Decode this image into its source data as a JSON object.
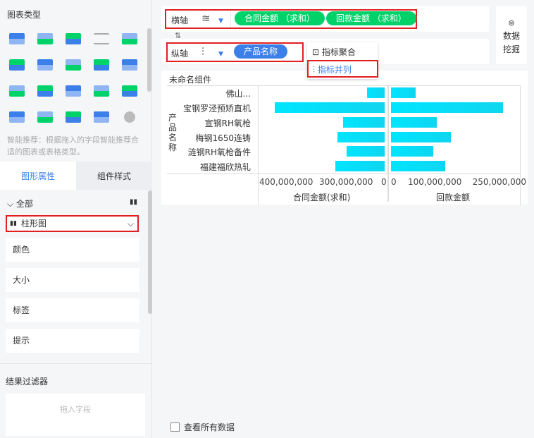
{
  "sidebar": {
    "chart_types_title": "图表类型",
    "hint": "智能推荐：根据拖入的字段智能推荐合适的图表或表格类型。",
    "tabs": [
      "图形属性",
      "组件样式"
    ],
    "all_label": "全部",
    "chart_select": "柱形图",
    "props": [
      "颜色",
      "大小",
      "标签",
      "提示"
    ],
    "filter_title": "结果过滤器",
    "filter_placeholder": "拖入字段"
  },
  "axes": {
    "x_label": "横轴",
    "x_fields": [
      "合同金额 （求和）",
      "回款金额 （求和）"
    ],
    "y_label": "纵轴",
    "y_fields": [
      "产品名称"
    ],
    "mining": [
      "数据",
      "挖掘"
    ]
  },
  "dropdown": [
    "指标聚合",
    "指标并列"
  ],
  "chart_title": "未命名组件",
  "chart_data": {
    "type": "bar",
    "orientation": "horizontal-butterfly",
    "ylabel": "产品名称",
    "categories": [
      "佛山...",
      "宝钢罗泾预矫直机",
      "宣钢RH氧枪",
      "梅钢1650连铸",
      "涟钢RH氧枪备件",
      "福建福欣热轧"
    ],
    "series": [
      {
        "name": "合同金额(求和)",
        "values": [
          55000000,
          345000000,
          130000000,
          148000000,
          120000000,
          155000000
        ],
        "xlim": [
          0,
          400000000
        ],
        "ticks": [
          "400,000,000",
          "300,000,000",
          "0"
        ]
      },
      {
        "name": "回款金额",
        "values": [
          50000000,
          230000000,
          94000000,
          123000000,
          87000000,
          111000000
        ],
        "xlim": [
          0,
          250000000
        ],
        "ticks": [
          "0",
          "100,000,000",
          "250,000,000"
        ]
      }
    ],
    "colors": [
      "#00e5ff"
    ]
  },
  "view_all": "查看所有数据",
  "colors": {
    "accent": "#3b7fe8",
    "green": "#00d26a",
    "red": "#e02020"
  }
}
